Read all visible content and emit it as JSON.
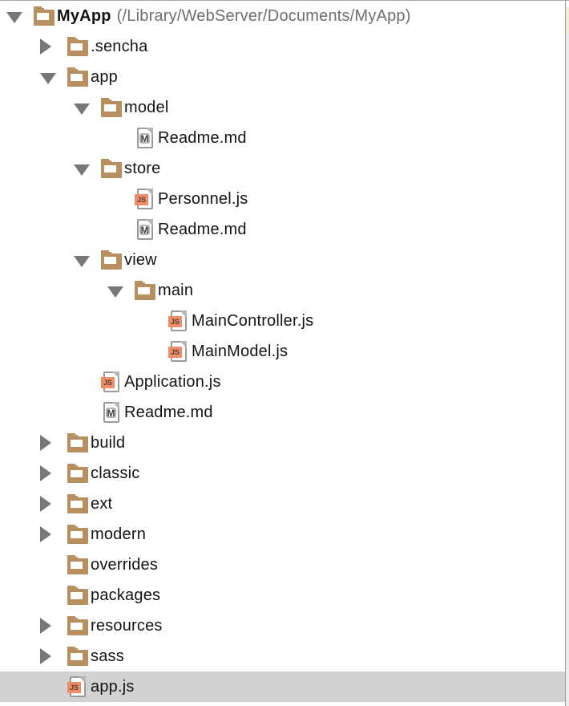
{
  "panel": {
    "selection_color": "#d2d2d2",
    "folder_color": "#b8905f",
    "triangle_color": "#787878",
    "border_color": "#a3a3a3",
    "path_color": "#6e6e6e",
    "js_badge_color": "#f08d66",
    "accent_color": "#f5ecd6",
    "js_badge_label": "JS",
    "md_badge_label": "M"
  },
  "tree": {
    "rows": [
      {
        "label": "MyApp",
        "suffix": "(/Library/WebServer/Documents/MyApp)",
        "level": 0,
        "type": "folder",
        "state": "expanded",
        "bold": true
      },
      {
        "label": ".sencha",
        "level": 1,
        "type": "folder",
        "state": "collapsed"
      },
      {
        "label": "app",
        "level": 1,
        "type": "folder",
        "state": "expanded"
      },
      {
        "label": "model",
        "level": 2,
        "type": "folder",
        "state": "expanded"
      },
      {
        "label": "Readme.md",
        "level": 3,
        "type": "md"
      },
      {
        "label": "store",
        "level": 2,
        "type": "folder",
        "state": "expanded"
      },
      {
        "label": "Personnel.js",
        "level": 3,
        "type": "js"
      },
      {
        "label": "Readme.md",
        "level": 3,
        "type": "md"
      },
      {
        "label": "view",
        "level": 2,
        "type": "folder",
        "state": "expanded"
      },
      {
        "label": "main",
        "level": 3,
        "type": "folder",
        "state": "expanded"
      },
      {
        "label": "MainController.js",
        "level": 4,
        "type": "js"
      },
      {
        "label": "MainModel.js",
        "level": 4,
        "type": "js"
      },
      {
        "label": "Application.js",
        "level": 2,
        "type": "js"
      },
      {
        "label": "Readme.md",
        "level": 2,
        "type": "md"
      },
      {
        "label": "build",
        "level": 1,
        "type": "folder",
        "state": "collapsed"
      },
      {
        "label": "classic",
        "level": 1,
        "type": "folder",
        "state": "collapsed"
      },
      {
        "label": "ext",
        "level": 1,
        "type": "folder",
        "state": "collapsed"
      },
      {
        "label": "modern",
        "level": 1,
        "type": "folder",
        "state": "collapsed"
      },
      {
        "label": "overrides",
        "level": 1,
        "type": "folder",
        "state": "none"
      },
      {
        "label": "packages",
        "level": 1,
        "type": "folder",
        "state": "none"
      },
      {
        "label": "resources",
        "level": 1,
        "type": "folder",
        "state": "collapsed"
      },
      {
        "label": "sass",
        "level": 1,
        "type": "folder",
        "state": "collapsed"
      },
      {
        "label": "app.js",
        "level": 1,
        "type": "js",
        "selected": true
      },
      {
        "label": "",
        "level": 1,
        "type": "partial"
      }
    ]
  }
}
